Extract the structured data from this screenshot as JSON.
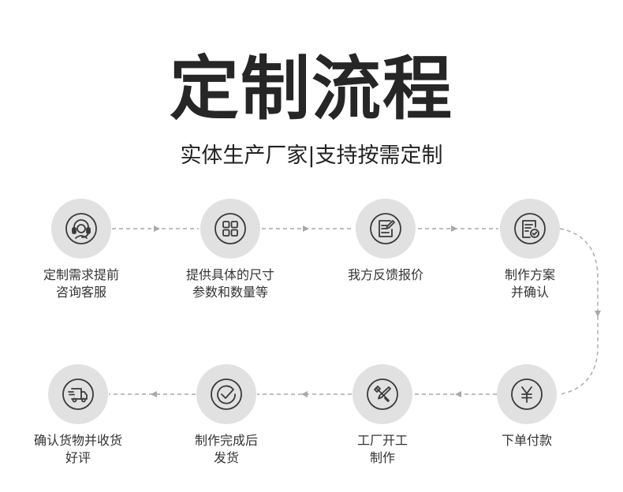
{
  "header": {
    "title": "定制流程",
    "subtitle": "实体生产厂家|支持按需定制"
  },
  "colors": {
    "circle_fill": "#e1e1e1",
    "icon_stroke": "#3a3a3a",
    "connector": "#a8a8a8",
    "text": "#333333"
  },
  "steps": [
    {
      "icon": "customer-service-icon",
      "lines": [
        "定制需求提前",
        "咨询客服"
      ]
    },
    {
      "icon": "grid-icon",
      "lines": [
        "提供具体的尺寸",
        "参数和数量等"
      ]
    },
    {
      "icon": "edit-document-icon",
      "lines": [
        "我方反馈报价",
        ""
      ]
    },
    {
      "icon": "approved-document-icon",
      "lines": [
        "制作方案",
        "并确认"
      ]
    },
    {
      "icon": "yen-icon",
      "lines": [
        "下单付款",
        ""
      ]
    },
    {
      "icon": "tools-icon",
      "lines": [
        "工厂开工",
        "制作"
      ]
    },
    {
      "icon": "check-circle-icon",
      "lines": [
        "制作完成后",
        "发货"
      ]
    },
    {
      "icon": "delivery-truck-icon",
      "lines": [
        "确认货物并收货",
        "好评"
      ]
    }
  ]
}
